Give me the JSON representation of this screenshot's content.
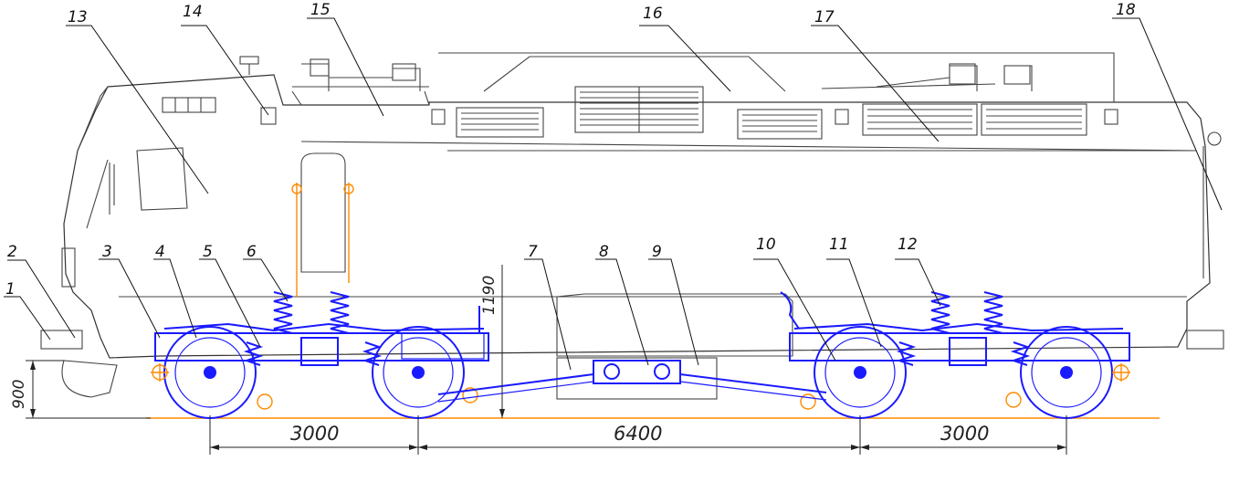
{
  "callouts": [
    {
      "id": "c1",
      "label": "1"
    },
    {
      "id": "c2",
      "label": "2"
    },
    {
      "id": "c3",
      "label": "3"
    },
    {
      "id": "c4",
      "label": "4"
    },
    {
      "id": "c5",
      "label": "5"
    },
    {
      "id": "c6",
      "label": "6"
    },
    {
      "id": "c7",
      "label": "7"
    },
    {
      "id": "c8",
      "label": "8"
    },
    {
      "id": "c9",
      "label": "9"
    },
    {
      "id": "c10",
      "label": "10"
    },
    {
      "id": "c11",
      "label": "11"
    },
    {
      "id": "c12",
      "label": "12"
    },
    {
      "id": "c13",
      "label": "13"
    },
    {
      "id": "c14",
      "label": "14"
    },
    {
      "id": "c15",
      "label": "15"
    },
    {
      "id": "c16",
      "label": "16"
    },
    {
      "id": "c17",
      "label": "17"
    },
    {
      "id": "c18",
      "label": "18"
    }
  ],
  "dimensions": {
    "bogie_base_left": "3000",
    "bogie_centers": "6400",
    "bogie_base_right": "3000",
    "coupler_height": "900",
    "step_height": "1190"
  },
  "colors": {
    "body": "#444444",
    "bogie": "#1a1aff",
    "rail": "#ff8a00",
    "text": "#111111"
  }
}
